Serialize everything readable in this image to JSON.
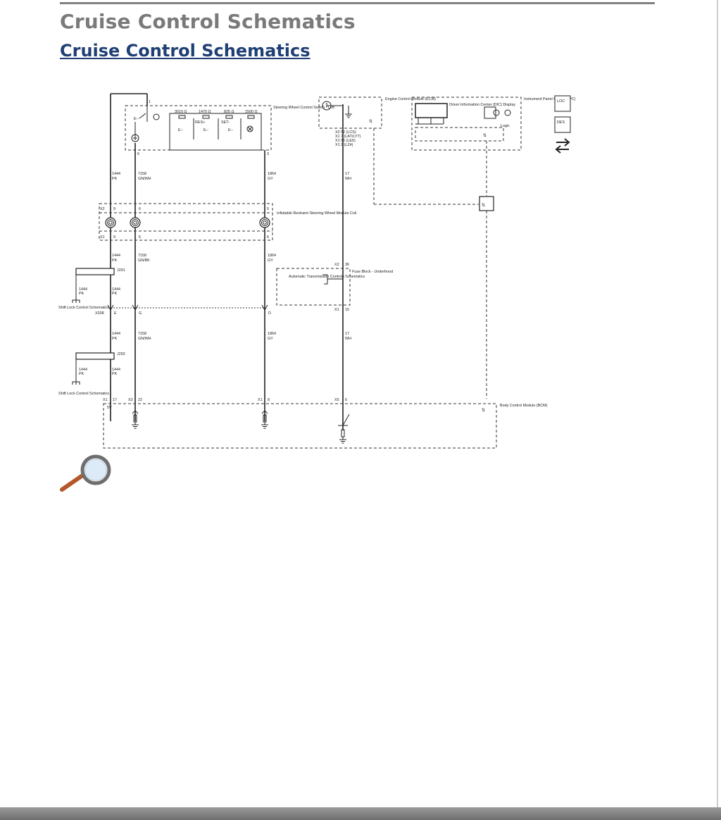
{
  "page": {
    "heading": "Cruise Control Schematics",
    "link": "Cruise Control Schematics"
  },
  "modules": {
    "swc": "Steering Wheel Control Switch - Left",
    "ecm": "Engine Control Module (ECM)",
    "dic": "Driver Information Center (DIC) Display",
    "ipc": "Instrument Panel Cluster (IPC)",
    "logic": "Logic",
    "coil": "Inflatable Restraint Steering Wheel Module Coil",
    "fuse": "Fuse Block - Underhood",
    "atc": "Automatic Transmission Controls Schematics",
    "bcm": "Body Control Module (BCM)",
    "shiftlock": "Shift Lock Control Schematics",
    "res": "RES+",
    "set": "SET-"
  },
  "resistors": [
    "3010 Ω",
    "1470 Ω",
    "825 Ω",
    "1500 Ω"
  ],
  "wires": {
    "w1444": "1444",
    "pk": "PK",
    "w7158": "7158",
    "gnwh": "GN/WH",
    "gnbk": "GN/BK",
    "w1864": "1864",
    "gy": "GY",
    "w17": "17",
    "wh": "WH"
  },
  "ecm_pins": [
    "X2 52 (LCS)",
    "X1 7 (LAT/LY7)",
    "X1 55 (LE5)",
    "X1 9 (LZ4)"
  ],
  "connectors": {
    "x1": "X1",
    "x2": "X2",
    "x3": "X3",
    "x5": "X5",
    "x208": "X208",
    "j291": "J291",
    "j292": "J292",
    "v5": "5V"
  },
  "pins": {
    "p1": "1",
    "p3": "3",
    "p5": "5",
    "p6": "6",
    "p8": "8",
    "p9": "9",
    "p15": "15",
    "p17": "17",
    "p22": "22",
    "p36": "36",
    "e": "E",
    "g": "G",
    "d": "D"
  },
  "legend": [
    "LOC",
    "DES"
  ],
  "icons": {
    "zoom": "magnifier-icon",
    "exchange": "exchange-arrows-icon",
    "ground": "ground-icon",
    "clockspring": "clockspring-icon"
  },
  "colors": {
    "heading": "#7a7a7a",
    "link": "#1f3f75",
    "line": "#222222",
    "magnifier_handle": "#b4582a"
  }
}
